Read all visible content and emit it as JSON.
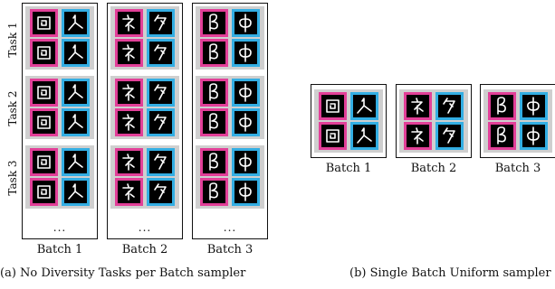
{
  "colors": {
    "left_border": "#e23f98",
    "right_border": "#33aee3",
    "pane": "#cfcfcf",
    "cell_bg": "#000000"
  },
  "panel_a": {
    "task_labels": [
      "Task 1",
      "Task 2",
      "Task 3"
    ],
    "batch_labels": [
      "Batch 1",
      "Batch 2",
      "Batch 3"
    ],
    "ellipsis": "...",
    "caption": "(a) No Diversity Tasks per Batch sampler"
  },
  "panel_b": {
    "batch_labels": [
      "Batch 1",
      "Batch 2",
      "Batch 3"
    ],
    "caption": "(b) Single Batch Uniform sampler"
  },
  "glyphs": {
    "batch1": [
      "box-spiral-glyph",
      "tripod-glyph"
    ],
    "batch2": [
      "ne-glyph",
      "ku-glyph"
    ],
    "batch3": [
      "beta-glyph",
      "phi-glyph"
    ]
  }
}
